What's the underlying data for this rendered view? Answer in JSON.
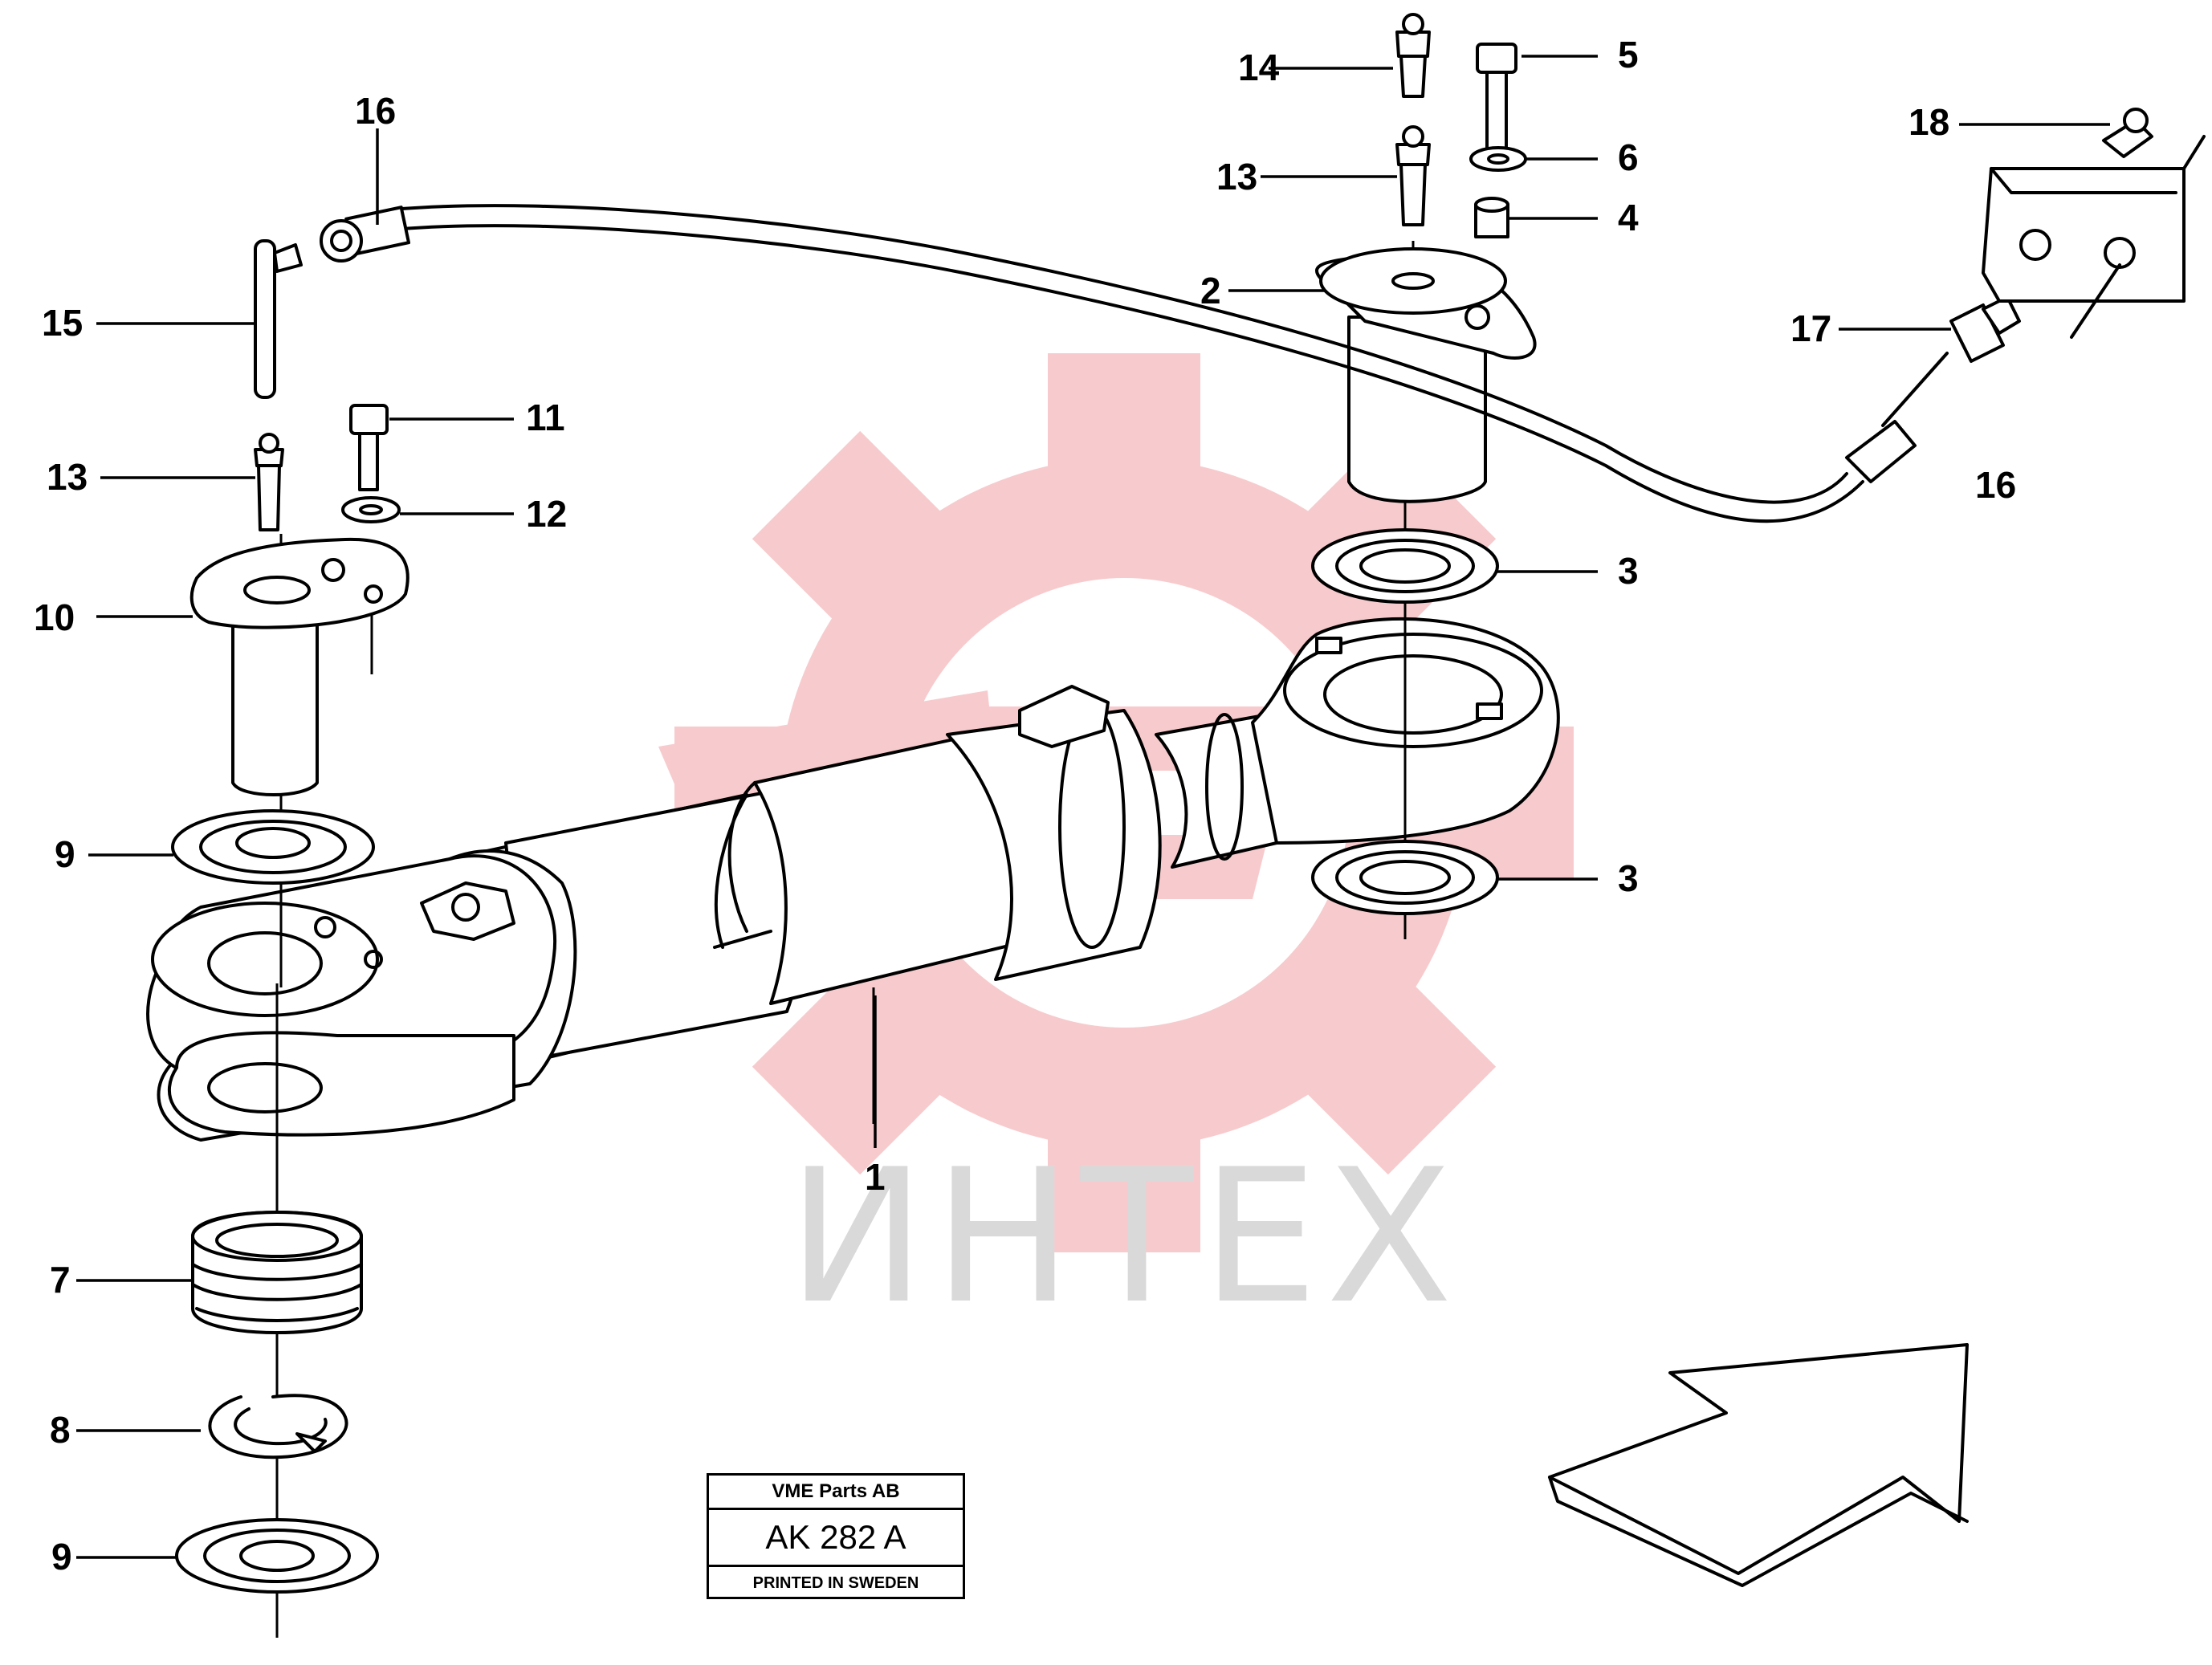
{
  "watermark": {
    "text": "ИНТЕХ",
    "gear_color": "#f6c2c4",
    "text_color": "#d9d9d9"
  },
  "plate": {
    "company": "VME Parts AB",
    "code": "AK 282 A",
    "printed": "PRINTED IN SWEDEN"
  },
  "callouts": [
    {
      "id": "c14",
      "label": "14"
    },
    {
      "id": "c5",
      "label": "5"
    },
    {
      "id": "c16a",
      "label": "16"
    },
    {
      "id": "c18",
      "label": "18"
    },
    {
      "id": "c13a",
      "label": "13"
    },
    {
      "id": "c6",
      "label": "6"
    },
    {
      "id": "c4",
      "label": "4"
    },
    {
      "id": "c2",
      "label": "2"
    },
    {
      "id": "c15",
      "label": "15"
    },
    {
      "id": "c17",
      "label": "17"
    },
    {
      "id": "c16b",
      "label": "16"
    },
    {
      "id": "c11",
      "label": "11"
    },
    {
      "id": "c13b",
      "label": "13"
    },
    {
      "id": "c12",
      "label": "12"
    },
    {
      "id": "c3a",
      "label": "3"
    },
    {
      "id": "c10",
      "label": "10"
    },
    {
      "id": "c9a",
      "label": "9"
    },
    {
      "id": "c3b",
      "label": "3"
    },
    {
      "id": "c1",
      "label": "1"
    },
    {
      "id": "c7",
      "label": "7"
    },
    {
      "id": "c8",
      "label": "8"
    },
    {
      "id": "c9b",
      "label": "9"
    }
  ]
}
